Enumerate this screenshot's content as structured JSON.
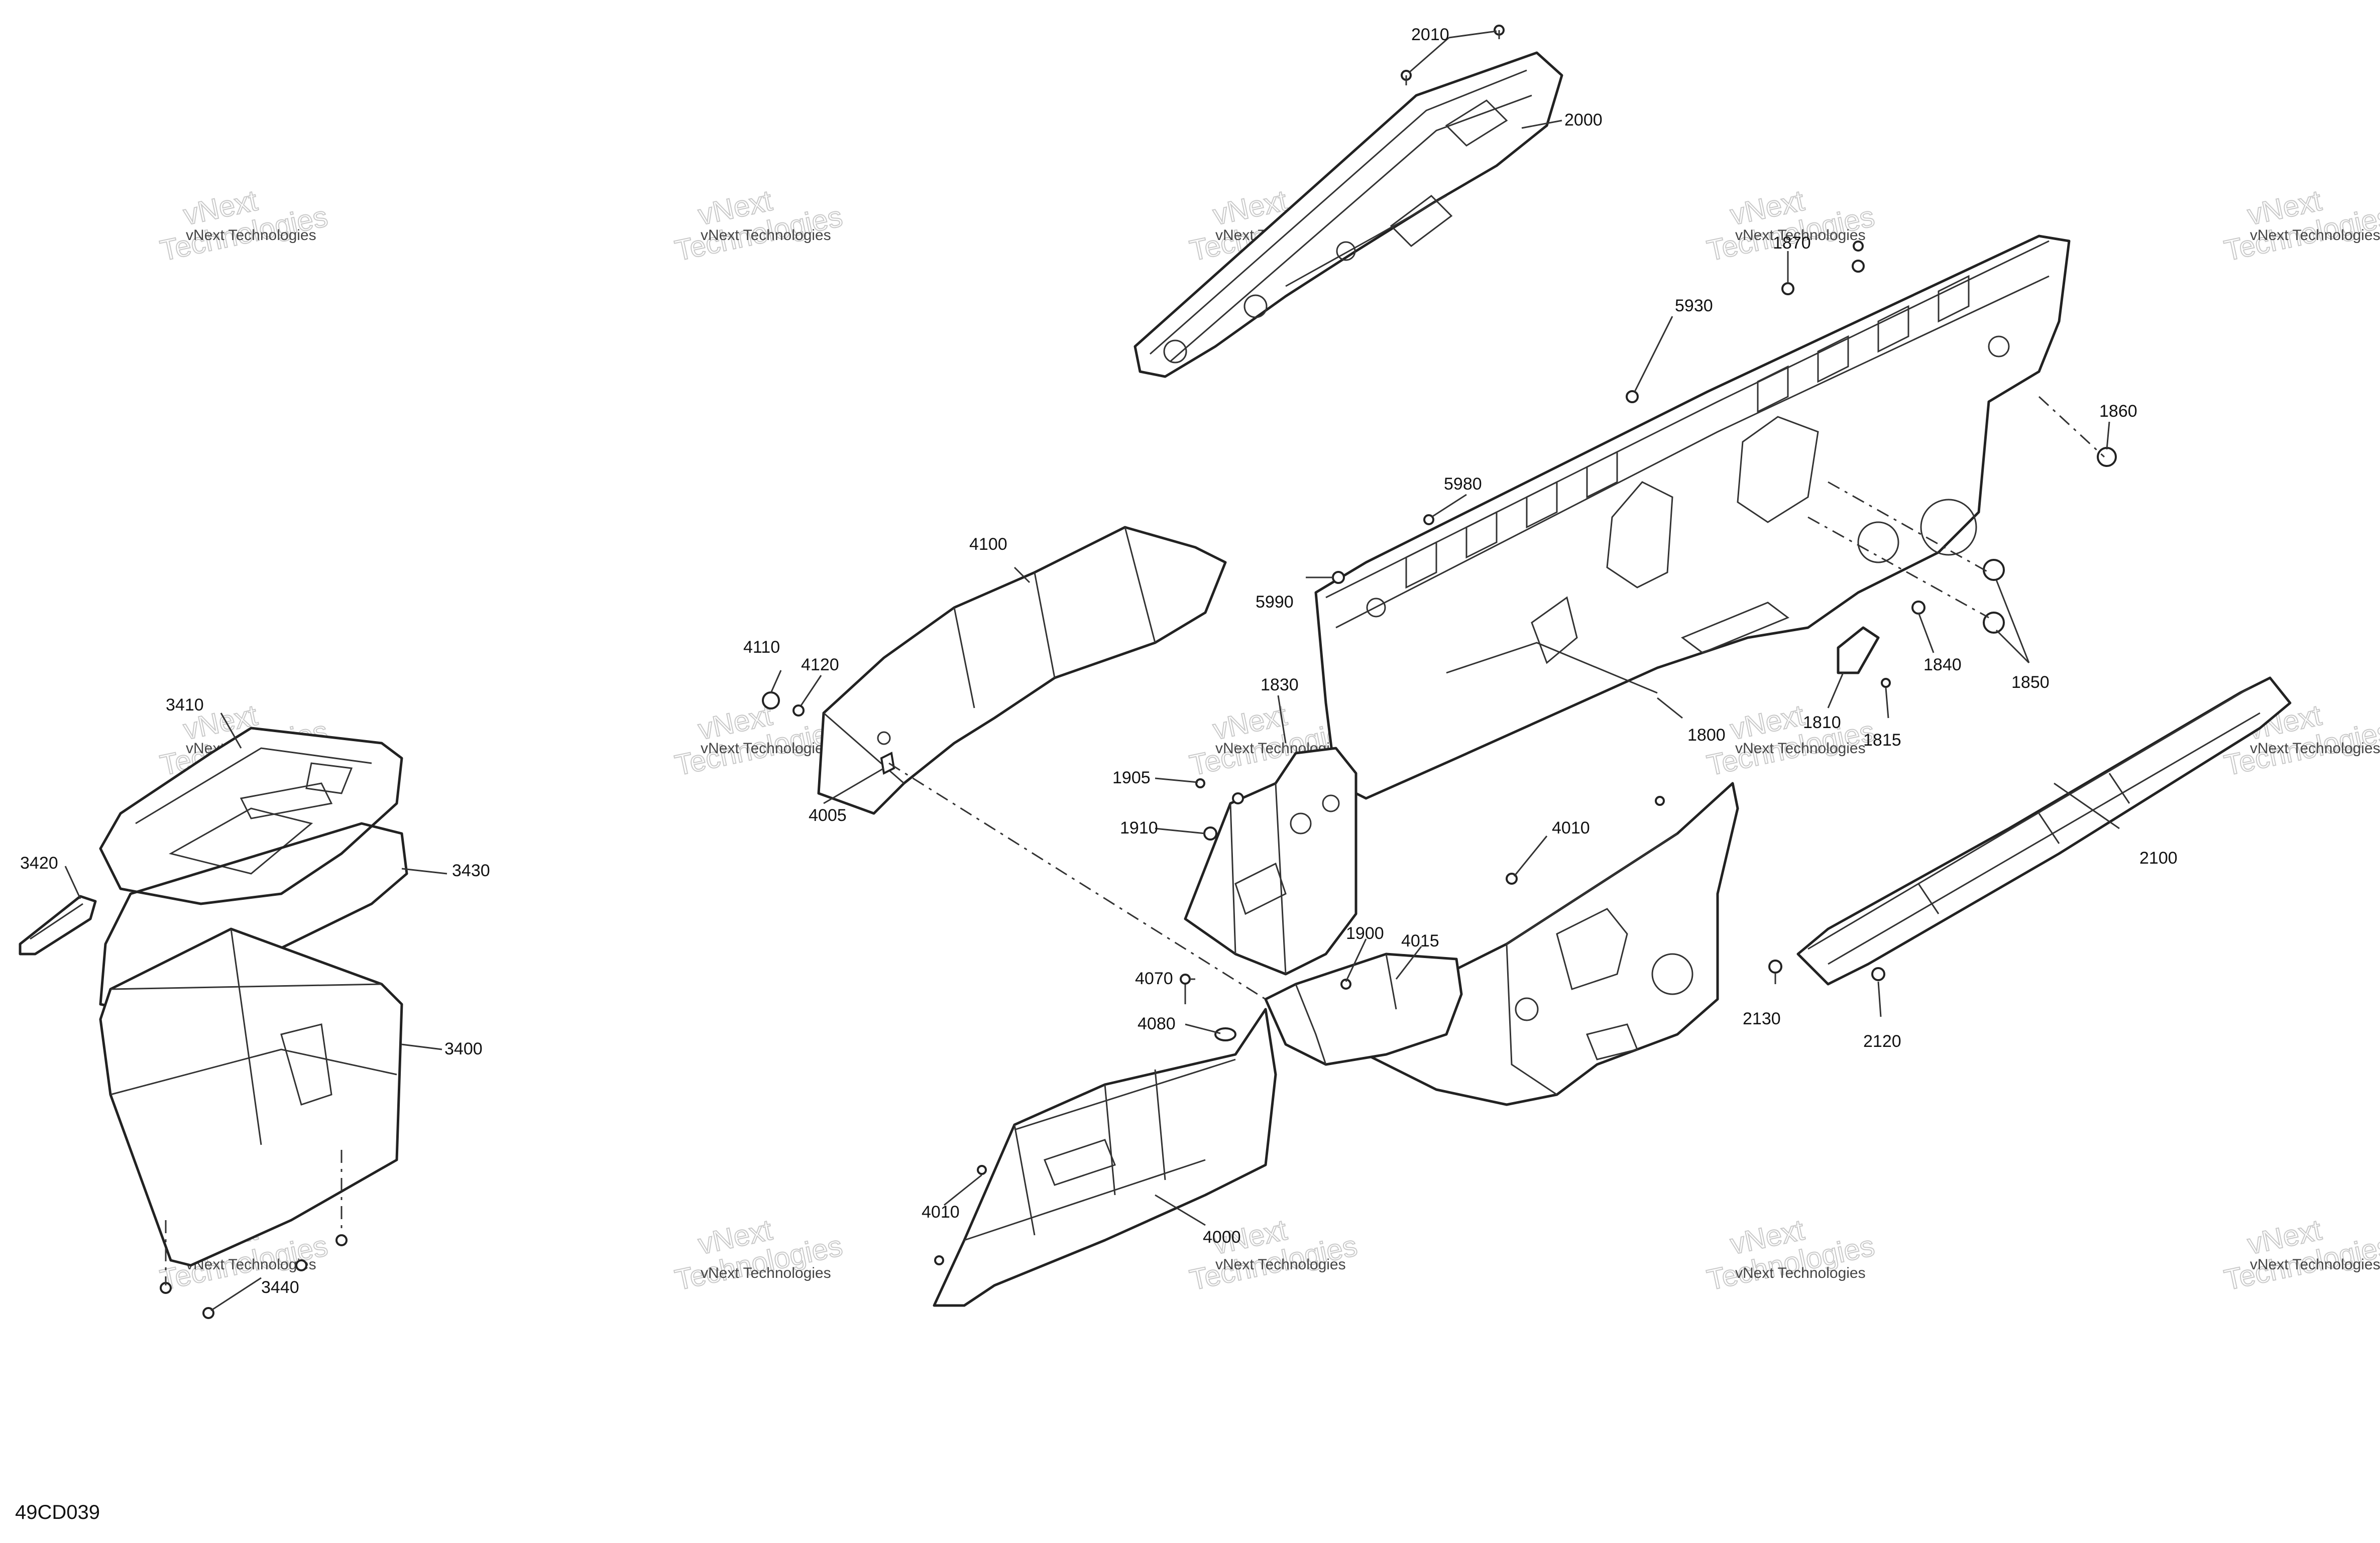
{
  "diagram_code": "49CD039",
  "watermark": {
    "line1": "vNext",
    "line2": "Technologies",
    "small": "vNext Technologies"
  },
  "labels": {
    "l2010": "2010",
    "l2000": "2000",
    "l1870": "1870",
    "l5930": "5930",
    "l1860": "1860",
    "l5980": "5980",
    "l4100": "4100",
    "l5990": "5990",
    "l4110": "4110",
    "l4120": "4120",
    "l1840": "1840",
    "l1850": "1850",
    "l1830": "1830",
    "l1810": "1810",
    "l1815": "1815",
    "l1800": "1800",
    "l3410": "3410",
    "l4005": "4005",
    "l1905": "1905",
    "l4010a": "4010",
    "l2100": "2100",
    "l1910": "1910",
    "l3420": "3420",
    "l3430": "3430",
    "l1900": "1900",
    "l4015": "4015",
    "l2130": "2130",
    "l4070": "4070",
    "l2120": "2120",
    "l3400": "3400",
    "l4080": "4080",
    "l4010b": "4010",
    "l4000": "4000",
    "l3440": "3440"
  }
}
